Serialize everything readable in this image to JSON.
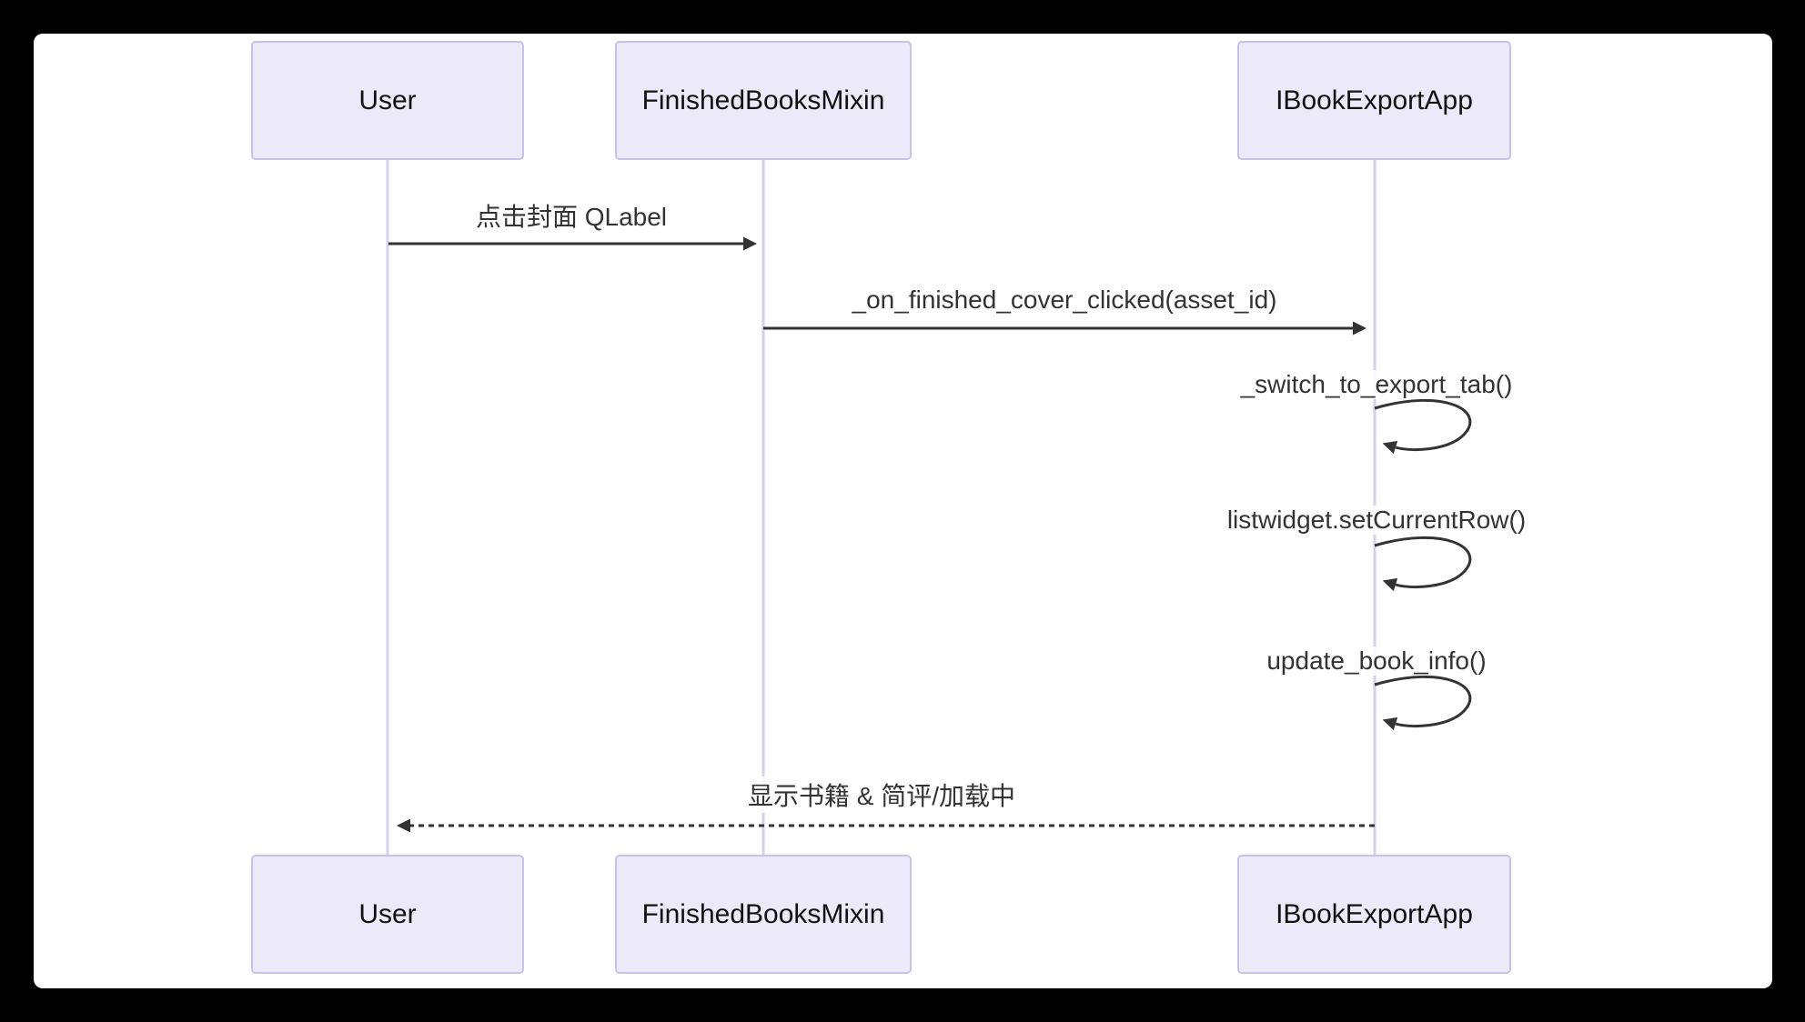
{
  "diagram": {
    "kind": "sequence-diagram",
    "actors": [
      {
        "id": "user",
        "label": "User"
      },
      {
        "id": "finished-books-mixin",
        "label": "FinishedBooksMixin"
      },
      {
        "id": "ibook-export-app",
        "label": "IBookExportApp"
      }
    ],
    "messages": [
      {
        "from": "User",
        "to": "FinishedBooksMixin",
        "label": "点击封面 QLabel",
        "line": "solid"
      },
      {
        "from": "FinishedBooksMixin",
        "to": "IBookExportApp",
        "label": "_on_finished_cover_clicked(asset_id)",
        "line": "solid"
      },
      {
        "from": "IBookExportApp",
        "to": "IBookExportApp",
        "label": "_switch_to_export_tab()",
        "line": "self-loop"
      },
      {
        "from": "IBookExportApp",
        "to": "IBookExportApp",
        "label": "listwidget.setCurrentRow()",
        "line": "self-loop"
      },
      {
        "from": "IBookExportApp",
        "to": "IBookExportApp",
        "label": "update_book_info()",
        "line": "self-loop"
      },
      {
        "from": "IBookExportApp",
        "to": "User",
        "label": "显示书籍 & 简评/加载中",
        "line": "dashed-return"
      }
    ],
    "colors": {
      "frame_background": "#000000",
      "canvas_background": "#FFFFFF",
      "actor_fill": "#ECEAF8",
      "actor_border": "#C8C2E9",
      "lifeline": "#D6CFEF",
      "arrow": "#333333",
      "text": "#333333"
    }
  }
}
